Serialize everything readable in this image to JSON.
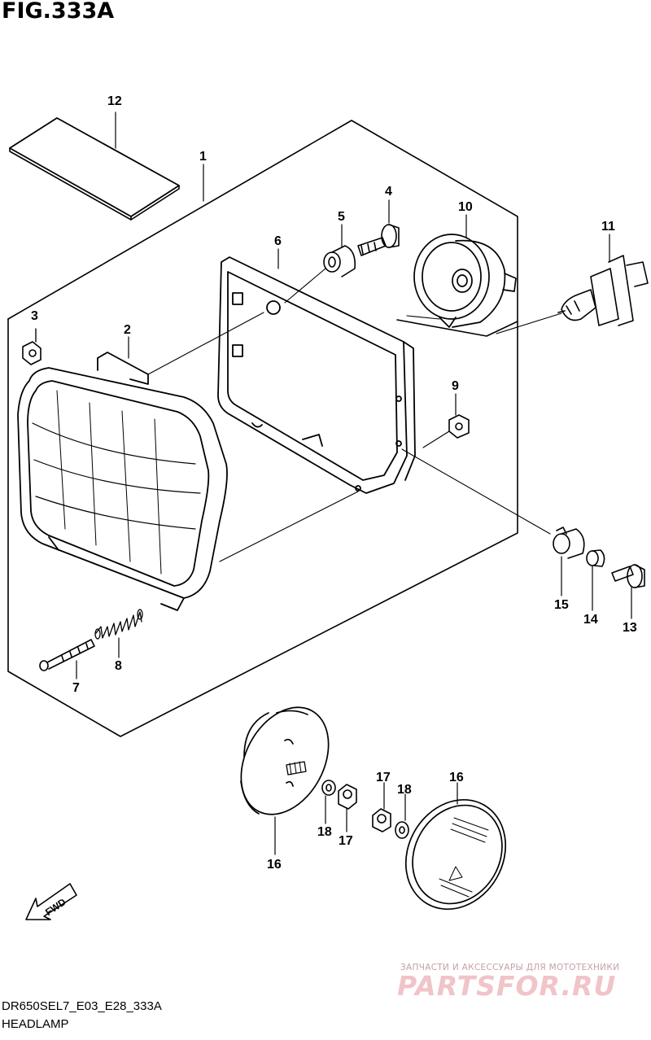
{
  "figure": {
    "title": "FIG.333A",
    "code": "DR650SEL7_E03_E28_333A",
    "name": "HEADLAMP"
  },
  "callouts": [
    {
      "id": "c1",
      "text": "1"
    },
    {
      "id": "c2",
      "text": "2"
    },
    {
      "id": "c3",
      "text": "3"
    },
    {
      "id": "c4",
      "text": "4"
    },
    {
      "id": "c5",
      "text": "5"
    },
    {
      "id": "c6",
      "text": "6"
    },
    {
      "id": "c7",
      "text": "7"
    },
    {
      "id": "c8",
      "text": "8"
    },
    {
      "id": "c9",
      "text": "9"
    },
    {
      "id": "c10",
      "text": "10"
    },
    {
      "id": "c11",
      "text": "11"
    },
    {
      "id": "c12",
      "text": "12"
    },
    {
      "id": "c13",
      "text": "13"
    },
    {
      "id": "c14",
      "text": "14"
    },
    {
      "id": "c15",
      "text": "15"
    },
    {
      "id": "c16a",
      "text": "16"
    },
    {
      "id": "c16b",
      "text": "16"
    },
    {
      "id": "c17a",
      "text": "17"
    },
    {
      "id": "c17b",
      "text": "17"
    },
    {
      "id": "c18a",
      "text": "18"
    },
    {
      "id": "c18b",
      "text": "18"
    }
  ],
  "fwd_label": "FWD",
  "watermark": {
    "tagline": "ЗАПЧАСТИ И АКСЕССУАРЫ ДЛЯ МОТОТЕХНИКИ",
    "logo": "PARTSFOR.RU"
  }
}
